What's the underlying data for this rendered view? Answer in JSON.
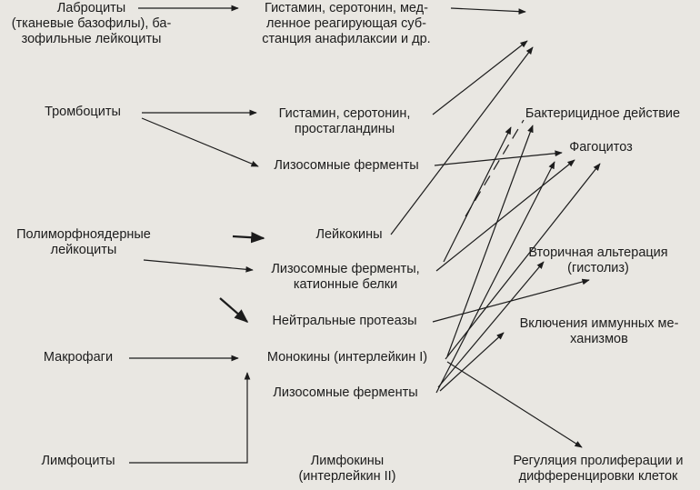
{
  "sources": [
    {
      "id": "labrocytes",
      "lines": [
        "Лаброциты",
        "(тканевые базофилы), ба-",
        "зофильные лейкоциты"
      ]
    },
    {
      "id": "thrombocytes",
      "lines": [
        "Тромбоциты"
      ]
    },
    {
      "id": "pmn",
      "lines": [
        "Полиморфноядерные",
        "лейкоциты"
      ]
    },
    {
      "id": "macrophages",
      "lines": [
        "Макрофаги"
      ]
    },
    {
      "id": "lymphocytes",
      "lines": [
        "Лимфоциты"
      ]
    }
  ],
  "mediators": [
    {
      "id": "histamine1",
      "lines": [
        "Гистамин, серотонин, мед-",
        "ленное реагирующая суб-",
        "станция анафилаксии и др."
      ]
    },
    {
      "id": "histamine2",
      "lines": [
        "Гистамин, серотонин,",
        "простагландины"
      ]
    },
    {
      "id": "lysosomal1",
      "lines": [
        "Лизосомные ферменты"
      ]
    },
    {
      "id": "leukokines",
      "lines": [
        "Лейкокины"
      ]
    },
    {
      "id": "lysosomal2",
      "lines": [
        "Лизосомные ферменты,",
        "катионные белки"
      ]
    },
    {
      "id": "proteases",
      "lines": [
        "Нейтральные протеазы"
      ]
    },
    {
      "id": "monokines",
      "lines": [
        "Монокины (интерлейкин I)"
      ]
    },
    {
      "id": "lysosomal3",
      "lines": [
        "Лизосомные ферменты"
      ]
    },
    {
      "id": "lymphokines",
      "lines": [
        "Лимфокины",
        "(интерлейкин II)"
      ]
    }
  ],
  "effects": [
    {
      "id": "bactericidal",
      "lines": [
        "Бактерицидное действие"
      ]
    },
    {
      "id": "phagocytosis",
      "lines": [
        "Фагоцитоз"
      ]
    },
    {
      "id": "alteration",
      "lines": [
        "Вторичная альтерация",
        "(гистолиз)"
      ]
    },
    {
      "id": "immune",
      "lines": [
        "Включения иммунных ме-",
        "ханизмов"
      ]
    },
    {
      "id": "regulation",
      "lines": [
        "Регуляция пролиферации и",
        "дифференцировки клеток"
      ]
    }
  ]
}
